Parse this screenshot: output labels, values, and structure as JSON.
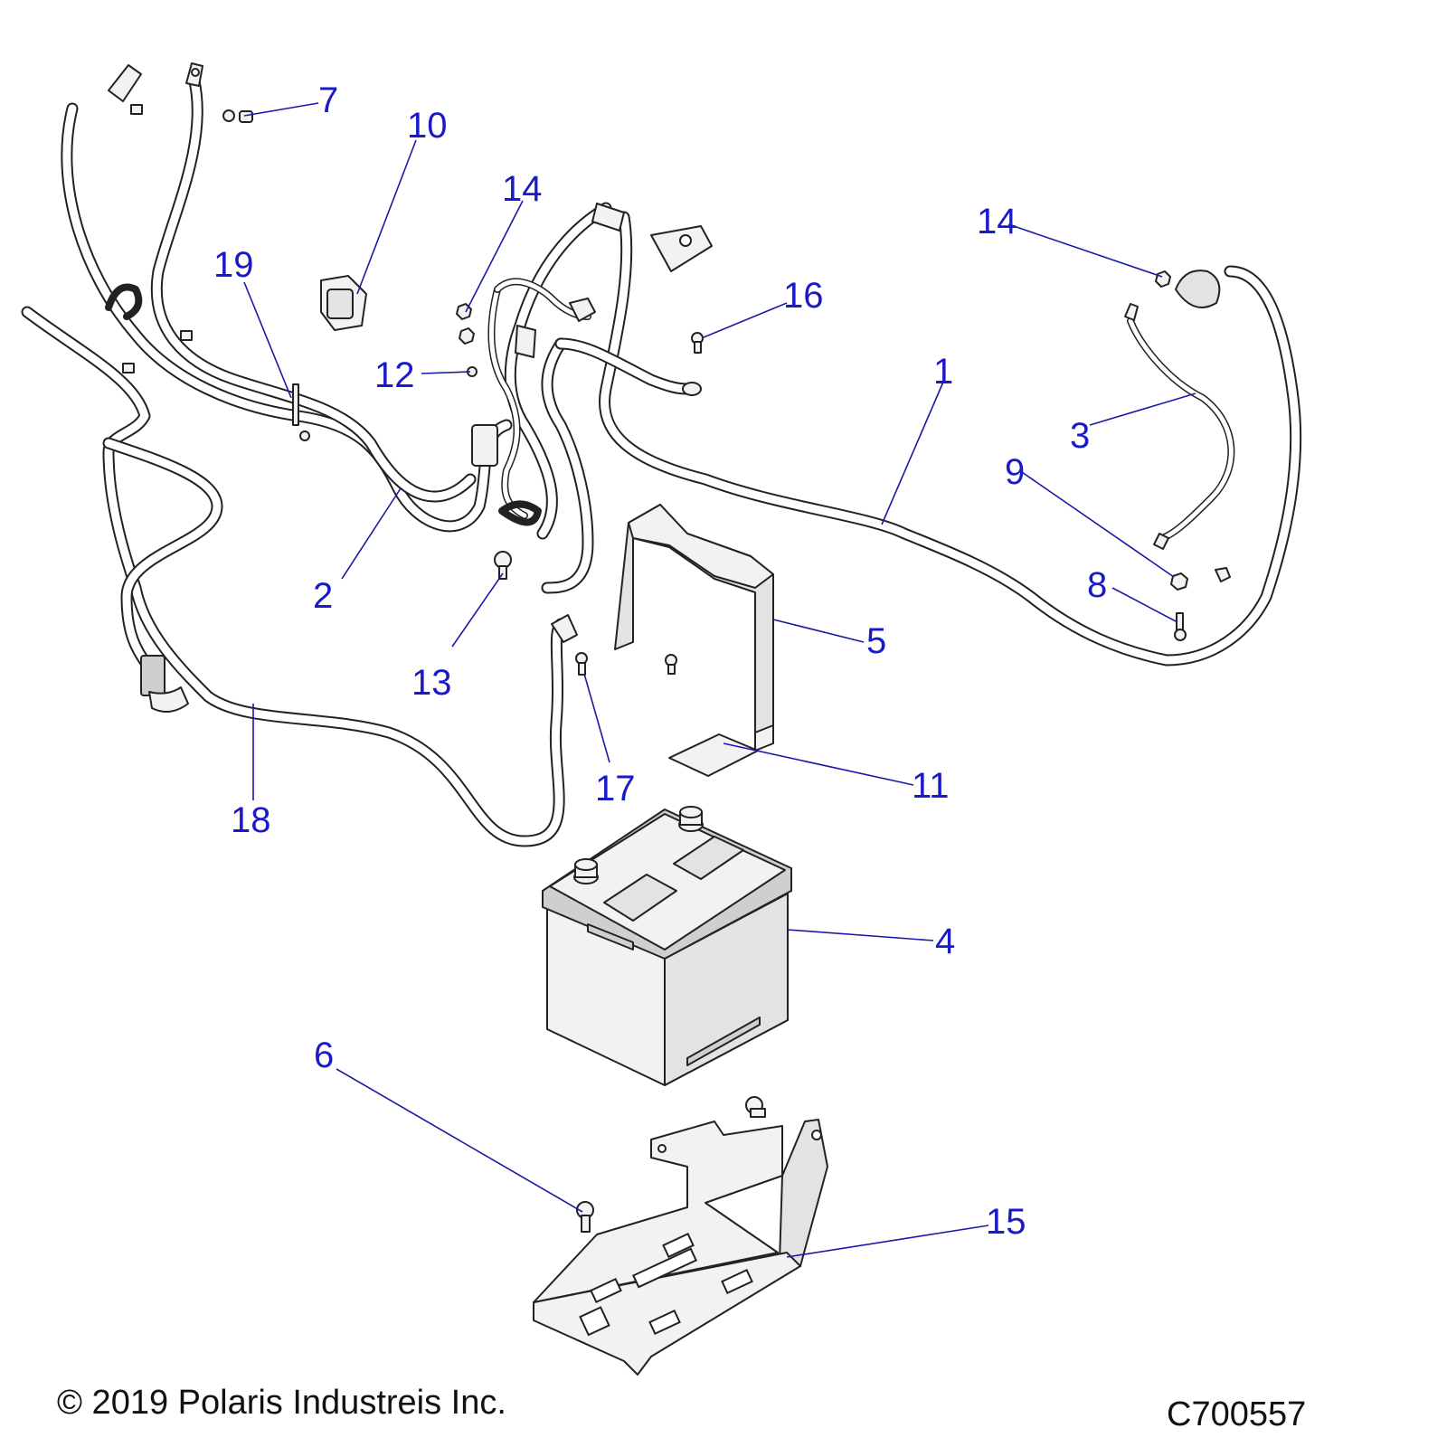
{
  "callouts": {
    "c1": "1",
    "c2": "2",
    "c3": "3",
    "c4": "4",
    "c5": "5",
    "c6": "6",
    "c7": "7",
    "c8": "8",
    "c9": "9",
    "c10": "10",
    "c11": "11",
    "c12": "12",
    "c13": "13",
    "c14a": "14",
    "c14b": "14",
    "c15": "15",
    "c16": "16",
    "c17": "17",
    "c18": "18",
    "c19": "19"
  },
  "footer": {
    "copyright": "© 2019 Polaris Industreis Inc.",
    "drawing_number": "C700557"
  },
  "colors": {
    "callout": "#1a1ac8",
    "leader": "#1a1aa6",
    "line_art": "#222222"
  }
}
